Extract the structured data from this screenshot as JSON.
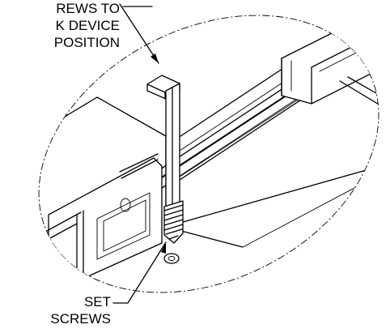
{
  "callouts": {
    "top": {
      "lines": [
        "REWS TO",
        "K DEVICE",
        "POSITION"
      ]
    },
    "bottom": {
      "lines": [
        "SET",
        "SCREWS"
      ]
    }
  }
}
